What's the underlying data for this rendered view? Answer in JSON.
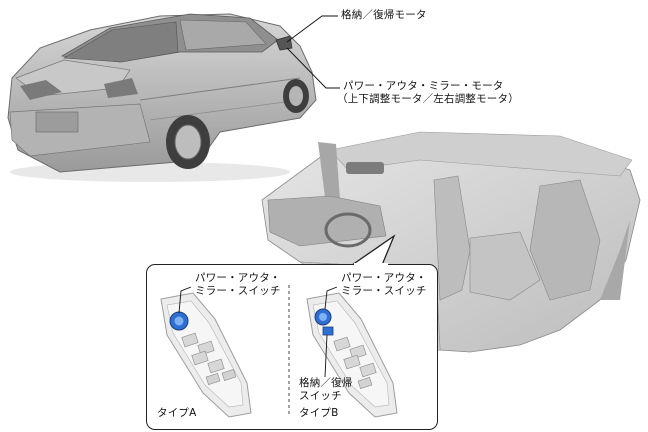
{
  "callouts": {
    "fold_motor": "格納／復帰モータ",
    "mirror_motor_line1": "パワー・アウタ・ミラー・モータ",
    "mirror_motor_line2": "（上下調整モータ／左右調整モータ）"
  },
  "inset": {
    "type_a": {
      "switch_line1": "パワー・アウタ・",
      "switch_line2": "ミラー・スイッチ",
      "caption": "タイプA"
    },
    "type_b": {
      "switch_line1": "パワー・アウタ・",
      "switch_line2": "ミラー・スイッチ",
      "fold_line1": "格納／復帰",
      "fold_line2": "スイッチ",
      "caption": "タイプB"
    }
  },
  "colors": {
    "switch_highlight": "#2e6fd6",
    "car_body": "#bdbdbd",
    "interior": "#d9d9d9"
  }
}
